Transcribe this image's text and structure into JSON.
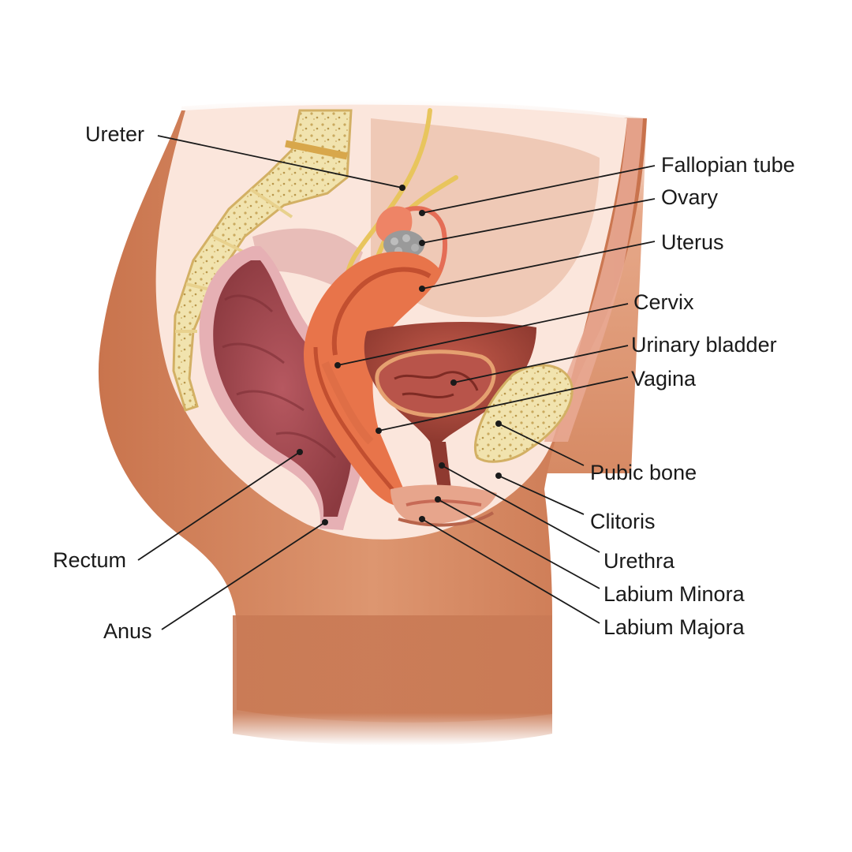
{
  "colors": {
    "skin": "#d98f66",
    "skin_dark": "#b5653f",
    "cavity": "#fbe6dc",
    "bone": "#f1e3ae",
    "bone_dark": "#d8b866",
    "rectum": "#a6494f",
    "rectum_light": "#e4a4a8",
    "uterus": "#e8744a",
    "bladder": "#a3463a",
    "ureter": "#e8c55d",
    "ovary": "#9d9d9d",
    "leader": "#1a1a1a"
  },
  "labels": {
    "ureter": "Ureter",
    "fallopian_tube": "Fallopian tube",
    "ovary": "Ovary",
    "uterus": "Uterus",
    "cervix": "Cervix",
    "urinary_bladder": "Urinary bladder",
    "vagina": "Vagina",
    "pubic_bone": "Pubic bone",
    "clitoris": "Clitoris",
    "urethra": "Urethra",
    "labium_minora": "Labium Minora",
    "labium_majora": "Labium Majora",
    "rectum": "Rectum",
    "anus": "Anus"
  }
}
